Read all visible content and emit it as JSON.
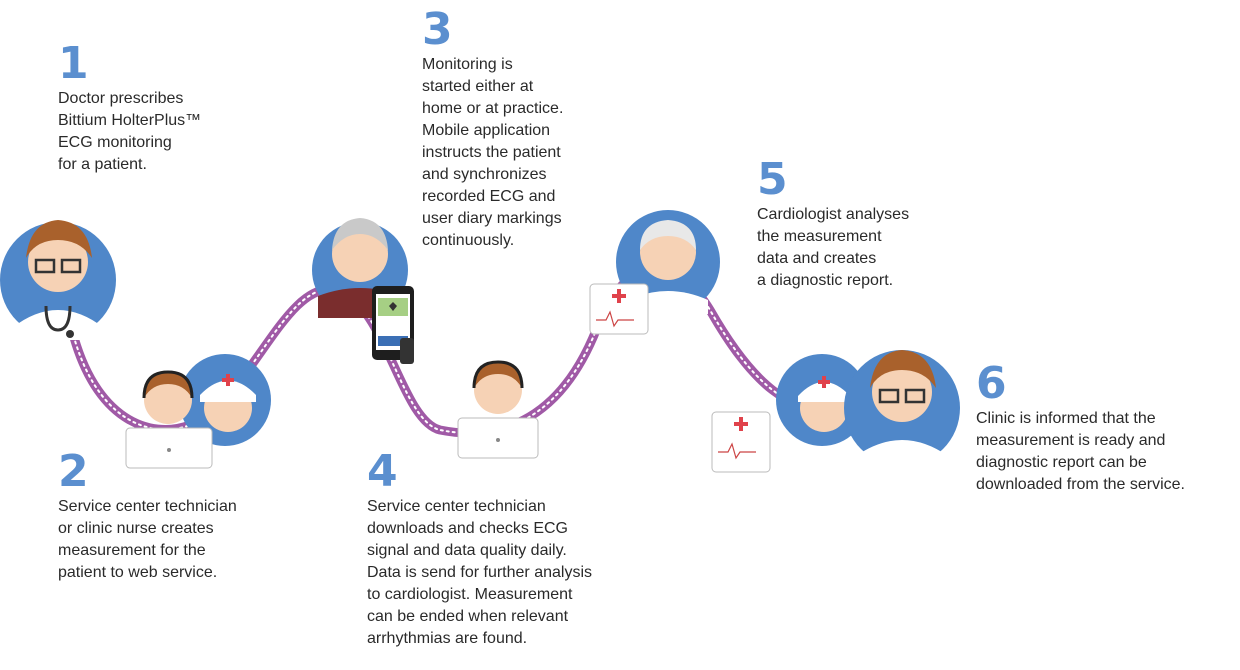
{
  "steps": [
    {
      "number": "1",
      "text": "Doctor prescribes\nBittium HolterPlus™\nECG monitoring\nfor a patient."
    },
    {
      "number": "2",
      "text": "Service center technician\nor clinic nurse creates\nmeasurement for the\npatient to web service."
    },
    {
      "number": "3",
      "text": "Monitoring is\nstarted either at\nhome or at practice.\nMobile application\ninstructs the patient\nand synchronizes\nrecorded ECG and\nuser diary markings\ncontinuously."
    },
    {
      "number": "4",
      "text": "Service center technician\ndownloads and checks ECG\nsignal and data quality daily.\nData is send for further analysis\nto cardiologist. Measurement\ncan be ended when relevant\narrhythmias are found."
    },
    {
      "number": "5",
      "text": "Cardiologist analyses\nthe measurement\ndata and creates\na diagnostic report."
    },
    {
      "number": "6",
      "text": "Clinic is informed that the\nmeasurement is ready and\ndiagnostic report can be\ndownloaded from the service."
    }
  ],
  "colors": {
    "accent": "#5b8fcf",
    "path": "#a05aa6",
    "circle": "#4f87c9"
  }
}
